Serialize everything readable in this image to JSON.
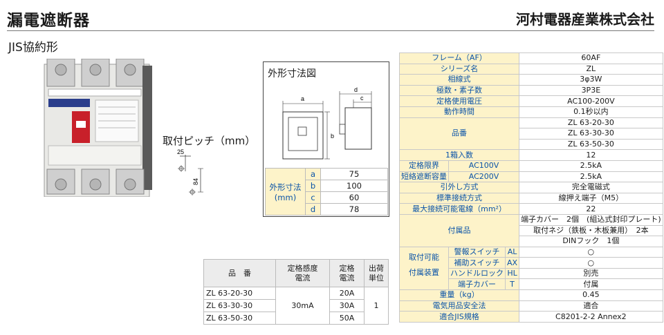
{
  "header": {
    "title": "漏電遮断器",
    "maker": "河村電器産業株式会社",
    "subtitle": "JIS協約形"
  },
  "mounting": {
    "label": "取付ピッチ（mm）",
    "dim_top": "25",
    "dim_side": "84"
  },
  "outline": {
    "title": "外形寸法図",
    "labels": {
      "a": "a",
      "b": "b",
      "c": "c",
      "d": "d"
    },
    "table_header": "外形寸法\n(mm)",
    "rows": [
      {
        "key": "a",
        "value": "75"
      },
      {
        "key": "b",
        "value": "100"
      },
      {
        "key": "c",
        "value": "60"
      },
      {
        "key": "d",
        "value": "78"
      }
    ]
  },
  "spec": {
    "frame_h": "フレーム（AF）",
    "frame_v": "60AF",
    "series_h": "シリーズ名",
    "series_v": "ZL",
    "phase_h": "相線式",
    "phase_v": "3φ3W",
    "poles_h": "極数・素子数",
    "poles_v": "3P3E",
    "voltage_h": "定格使用電圧",
    "voltage_v": "AC100-200V",
    "time_h": "動作時間",
    "time_v": "0.1秒以内",
    "model_h": "品番",
    "models": [
      "ZL 63-20-30",
      "ZL 63-30-30",
      "ZL 63-50-30"
    ],
    "qty_h": "1箱入数",
    "qty_v": "12",
    "break_h1": "定格限界",
    "break_h2": "短絡遮断容量",
    "ac100_h": "AC100V",
    "ac100_v": "2.5kA",
    "ac200_h": "AC200V",
    "ac200_v": "2.5kA",
    "lead_h": "引外し方式",
    "lead_v": "完全電磁式",
    "terminal_h": "標準接続方式",
    "terminal_v": "線押え端子（M5）",
    "wire_h": "最大接続可能電線（mm²）",
    "wire_v": "22",
    "acc_h": "付属品",
    "acc_v1": "端子カバー　2個　(組込式封印プレート)",
    "acc_v2": "取付ネジ（鉄板・木板兼用）　2本",
    "acc_v3": "DINフック　1個",
    "opt_h1": "取付可能",
    "opt_h2": "付属装置",
    "opt_rows": [
      {
        "name": "警報スイッチ",
        "code": "AL",
        "value": "○"
      },
      {
        "name": "補助スイッチ",
        "code": "AX",
        "value": "○"
      },
      {
        "name": "ハンドルロック",
        "code": "HL",
        "value": "別売"
      },
      {
        "name": "端子カバー",
        "code": "T",
        "value": "付属"
      }
    ],
    "weight_h": "重量（kg）",
    "weight_v": "0.45",
    "safety_h": "電気用品安全法",
    "safety_v": "適合",
    "jis_h": "適合JIS規格",
    "jis_v": "C8201-2-2 Annex2"
  },
  "products": {
    "h_model": "品　番",
    "h_sens1": "定格感度",
    "h_sens2": "電流",
    "h_rated1": "定格",
    "h_rated2": "電流",
    "h_unit1": "出荷",
    "h_unit2": "単位",
    "sensitivity": "30mA",
    "unit": "1",
    "rows": [
      {
        "model": "ZL 63-20-30",
        "rated": "20A"
      },
      {
        "model": "ZL 63-30-30",
        "rated": "30A"
      },
      {
        "model": "ZL 63-50-30",
        "rated": "50A"
      }
    ]
  }
}
